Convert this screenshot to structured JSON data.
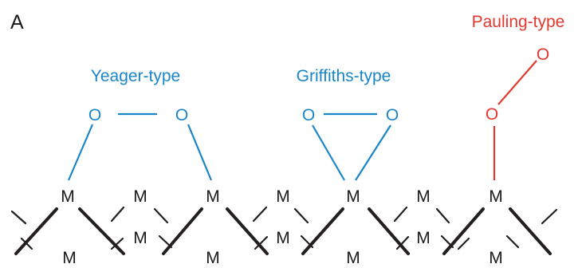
{
  "panel_label": "A",
  "adsorption_types": {
    "yeager": "Yeager-type",
    "griffiths": "Griffiths-type",
    "pauling": "Pauling-type"
  },
  "oxygen_symbol": "O",
  "metal_symbol": "M",
  "colors": {
    "yeager": "#1a86c8",
    "griffiths": "#1a86c8",
    "pauling": "#e2382f",
    "lattice": "#231f20",
    "text": "#1a1a1a"
  }
}
